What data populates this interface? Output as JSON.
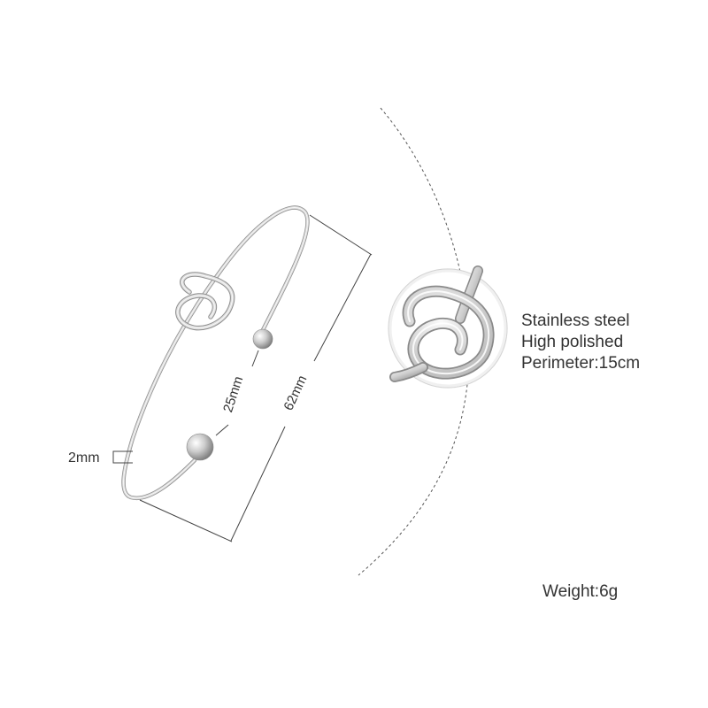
{
  "product": {
    "material": "Stainless steel",
    "finish": "High polished",
    "perimeter": "Perimeter:15cm",
    "weight": "Weight:6g"
  },
  "dimensions": {
    "length_label": "62mm",
    "opening_label": "25mm",
    "thickness_label": "2mm"
  },
  "colors": {
    "background": "#ffffff",
    "metal_light": "#f4f4f4",
    "metal_mid": "#c9c9c9",
    "metal_dark": "#8a8a8a",
    "line": "#444444",
    "text": "#333333"
  }
}
